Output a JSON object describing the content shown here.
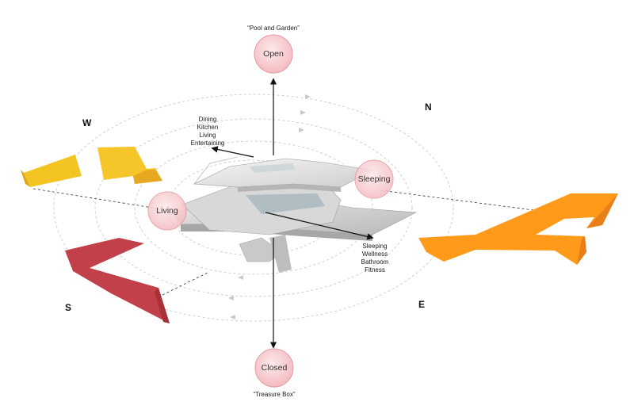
{
  "directions": {
    "north": "N",
    "south": "S",
    "east": "E",
    "west": "W"
  },
  "zones": {
    "open": {
      "label": "Open",
      "caption": "“Pool and Garden”"
    },
    "closed": {
      "label": "Closed",
      "caption": "“Treasure Box”"
    },
    "sleeping": {
      "label": "Sleeping"
    },
    "living": {
      "label": "Living"
    }
  },
  "upper_program": [
    "Dining",
    "Kitchen",
    "Living",
    "Entertaining"
  ],
  "lower_program": [
    "Sleeping",
    "Wellness",
    "Bathroom",
    "Fitness"
  ],
  "colors": {
    "west_yellow": "#f2c21b",
    "east_orange": "#ff9d1f",
    "south_red": "#c4434f",
    "bubble_fill": "#f7c9cc",
    "bubble_stroke": "#e59aa0",
    "orbit": "#c9c9c9"
  }
}
